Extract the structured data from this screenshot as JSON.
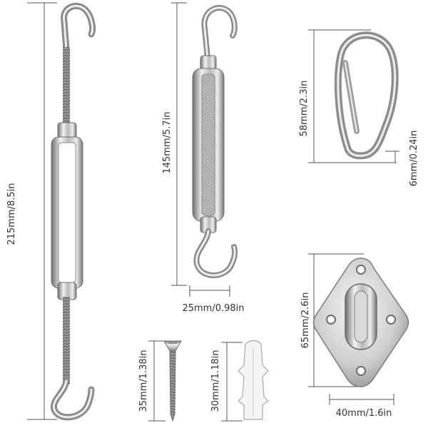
{
  "dimensions": {
    "turnbuckle_large_length": "215mm/8.5in",
    "turnbuckle_small_length": "145mm/5.7in",
    "turnbuckle_small_width": "25mm/0.98in",
    "carabiner_length": "58mm/2.3in",
    "carabiner_thickness": "6mm/0.24in",
    "pad_eye_height": "65mm/2.6in",
    "pad_eye_width": "40mm/1.6in",
    "screw_length": "35mm/1.38in",
    "anchor_length": "30mm/1.18in"
  },
  "colors": {
    "metal_light": "#f2f2f2",
    "metal_mid": "#b8b8b8",
    "metal_dark": "#6e6e6e",
    "anchor_white": "#f4f4f4",
    "dimension_line": "#555555",
    "label_text": "#333333"
  }
}
